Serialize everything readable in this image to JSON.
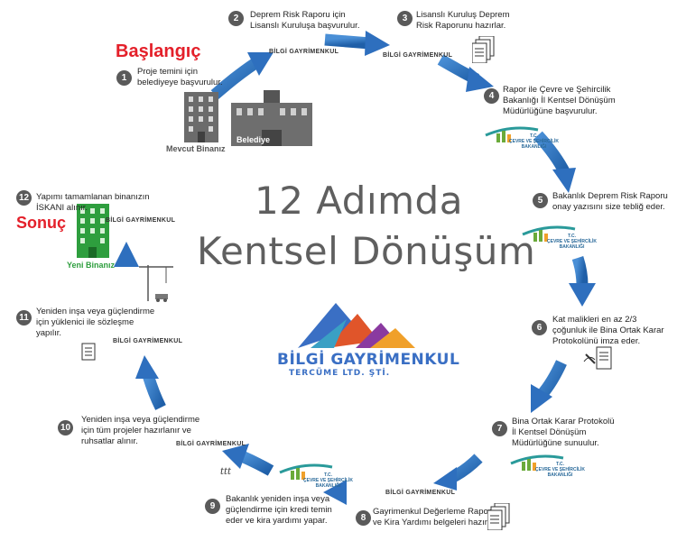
{
  "title_line1": "12 Adımda",
  "title_line2": "Kentsel Dönüşüm",
  "start_label": "Başlangıç",
  "end_label": "Sonuç",
  "building_labels": {
    "existing": "Mevcut Binanız",
    "municipality": "Belediye",
    "new": "Yeni Binanız"
  },
  "brand": {
    "name": "BİLGİ GAYRİMENKUL",
    "subtitle": "TERCÜME LTD. ŞTİ."
  },
  "ministry": {
    "tc": "T.C.",
    "line1": "ÇEVRE VE ŞEHİRCİLİK",
    "line2": "BAKANLIĞI"
  },
  "marks": "ttt",
  "steps": [
    {
      "n": "1",
      "text": "Proje temini için\nbelediyeye başvurulur."
    },
    {
      "n": "2",
      "text": "Deprem Risk Raporu için\nLisanslı Kuruluşa başvurulur."
    },
    {
      "n": "3",
      "text": "Lisanslı Kuruluş Deprem\nRisk Raporunu hazırlar."
    },
    {
      "n": "4",
      "text": "Rapor ile Çevre ve Şehircilik\nBakanlığı İl Kentsel Dönüşüm\nMüdürlüğüne başvurulur."
    },
    {
      "n": "5",
      "text": "Bakanlık Deprem Risk Raporu\nonay yazısını size tebliğ eder."
    },
    {
      "n": "6",
      "text": "Kat malikleri en az 2/3\nçoğunluk ile Bina Ortak Karar\nProtokolünü imza eder."
    },
    {
      "n": "7",
      "text": "Bina Ortak Karar Protokolü\nİl Kentsel Dönüşüm\nMüdürlüğüne sunuulur."
    },
    {
      "n": "8",
      "text": "Gayrimenkul Değerleme Raporu\nve Kira Yardımı belgeleri hazırlanır."
    },
    {
      "n": "9",
      "text": "Bakanlık yeniden inşa veya\ngüçlendirme için kredi temin\neder ve kira yardımı yapar."
    },
    {
      "n": "10",
      "text": "Yeniden inşa veya güçlendirme\niçin tüm projeler hazırlanır ve\nruhsatlar alınır."
    },
    {
      "n": "11",
      "text": "Yeniden inşa veya güçlendirme\niçin yüklenici ile sözleşme\nyapılır."
    },
    {
      "n": "12",
      "text": "Yapımı tamamlanan binanızın\nİSKANI alınır."
    }
  ]
}
